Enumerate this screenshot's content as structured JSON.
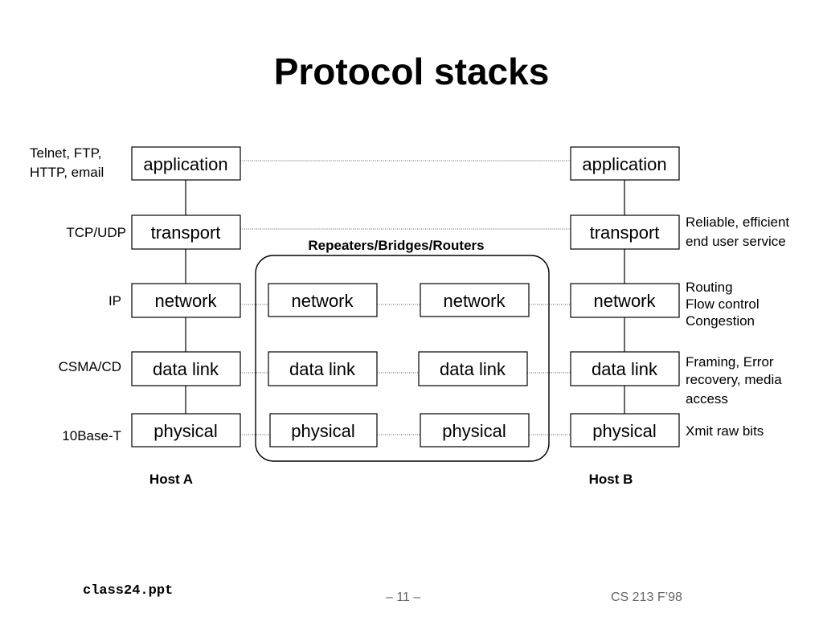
{
  "title": "Protocol stacks",
  "router_group_label": "Repeaters/Bridges/Routers",
  "host_a": {
    "name": "Host A",
    "layers": [
      "application",
      "transport",
      "network",
      "data link",
      "physical"
    ]
  },
  "host_b": {
    "name": "Host B",
    "layers": [
      "application",
      "transport",
      "network",
      "data link",
      "physical"
    ]
  },
  "router_1": {
    "layers": [
      "network",
      "data link",
      "physical"
    ]
  },
  "router_2": {
    "layers": [
      "network",
      "data link",
      "physical"
    ]
  },
  "left_labels": {
    "application": [
      "Telnet, FTP,",
      "HTTP, email"
    ],
    "transport": "TCP/UDP",
    "network": "IP",
    "data_link": "CSMA/CD",
    "physical": "10Base-T"
  },
  "right_labels": {
    "transport": [
      "Reliable, efficient",
      "end user service"
    ],
    "network": [
      "Routing",
      "Flow control",
      "Congestion"
    ],
    "data_link": [
      "Framing, Error",
      "recovery, media",
      "access"
    ],
    "physical": "Xmit raw bits"
  },
  "footer": {
    "file": "class24.ppt",
    "page": "– 11 –",
    "course": "CS 213 F’98"
  }
}
